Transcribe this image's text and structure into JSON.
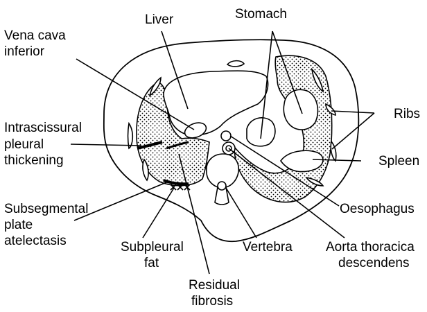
{
  "labels": {
    "liver": "Liver",
    "stomach": "Stomach",
    "vena_cava_1": "Vena cava",
    "vena_cava_2": "inferior",
    "ribs": "Ribs",
    "intrascissural_1": "Intrascissural",
    "intrascissural_2": "pleural",
    "intrascissural_3": "thickening",
    "spleen": "Spleen",
    "subsegmental_1": "Subsegmental",
    "subsegmental_2": "plate",
    "subsegmental_3": "atelectasis",
    "oesophagus": "Oesophagus",
    "subpleural_1": "Subpleural",
    "subpleural_2": "fat",
    "vertebra": "Vertebra",
    "aorta_1": "Aorta thoracica",
    "aorta_2": "descendens",
    "residual_1": "Residual",
    "residual_2": "fibrosis"
  }
}
